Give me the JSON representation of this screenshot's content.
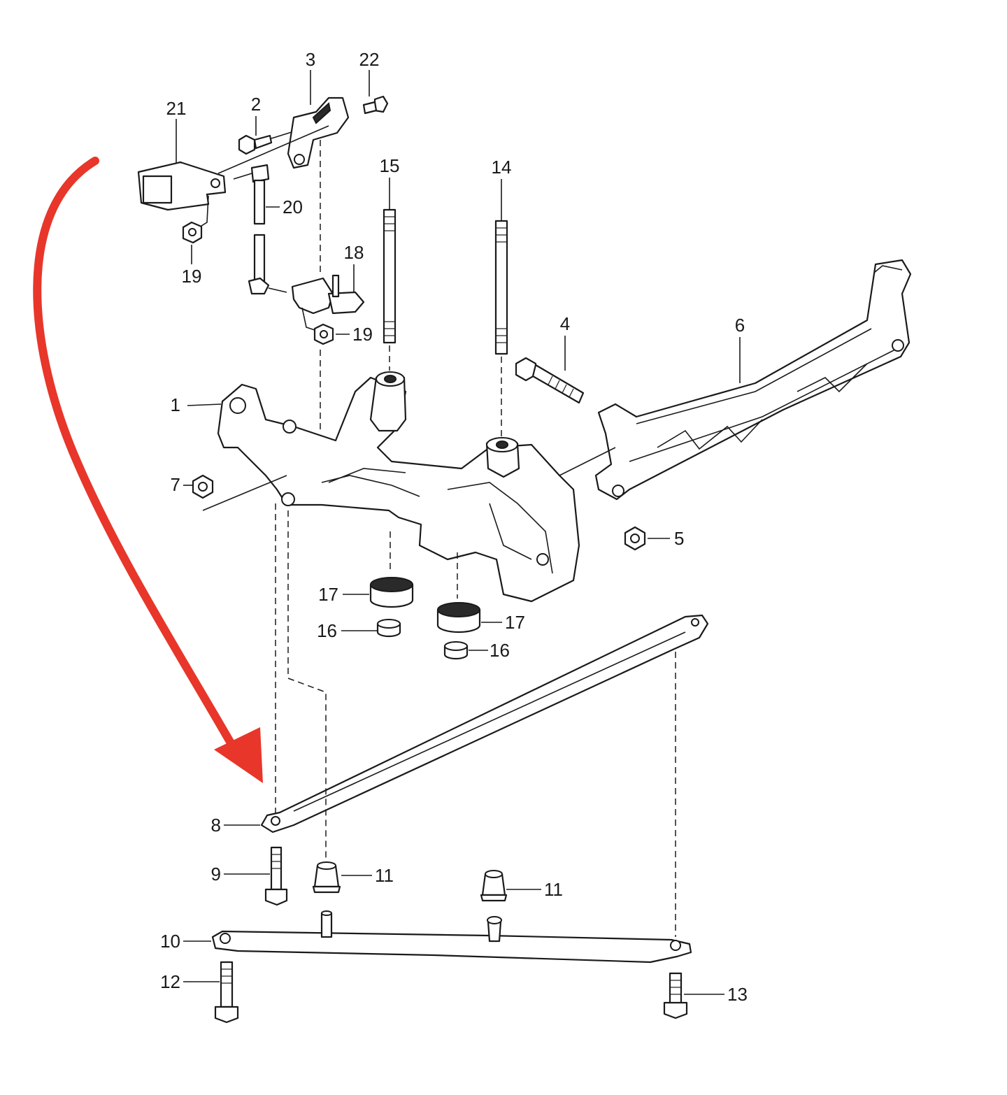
{
  "callouts": {
    "c1": "1",
    "c2": "2",
    "c3": "3",
    "c4": "4",
    "c5": "5",
    "c6": "6",
    "c7": "7",
    "c8": "8",
    "c9": "9",
    "c10": "10",
    "c11a": "11",
    "c11b": "11",
    "c12": "12",
    "c13": "13",
    "c14": "14",
    "c15": "15",
    "c16a": "16",
    "c16b": "16",
    "c17a": "17",
    "c17b": "17",
    "c18": "18",
    "c19a": "19",
    "c19b": "19",
    "c20": "20",
    "c21": "21",
    "c22": "22"
  },
  "colors": {
    "arrow": "#e8362a",
    "ink": "#1a1a1a",
    "background": "#ffffff"
  },
  "annotation": {
    "icon": "curved-arrow-icon",
    "points_to": "8"
  }
}
